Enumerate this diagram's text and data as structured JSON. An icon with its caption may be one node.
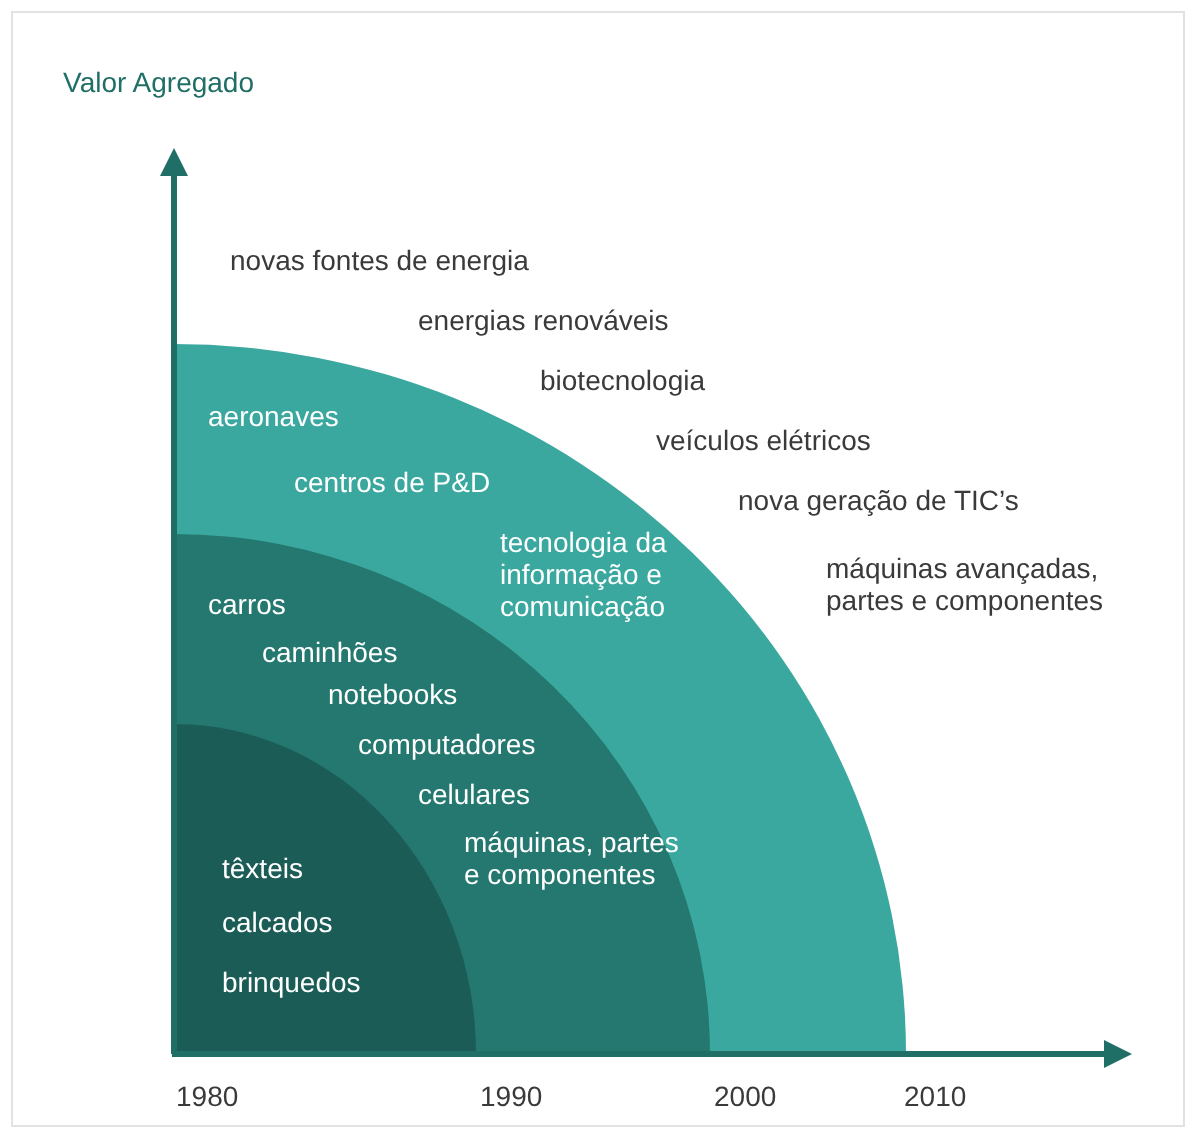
{
  "diagram": {
    "nodes": [
      {
        "text": [
          "aeronaves",
          "centros de P&D",
          "tecnologia da informação e comunicação"
        ]
      },
      {
        "text": [
          "carros",
          "caminhões",
          "notebooks",
          "computadores",
          "celulares",
          "máquinas, partes e componentes"
        ],
        "in": 0
      },
      {
        "text": [
          "têxteis",
          "calcados",
          "brinquedos"
        ],
        "in": 1
      }
    ],
    "edges": [],
    "labels": [
      "Valor Agregado",
      "novas fontes de energia",
      "energias renováveis",
      "biotecnologia",
      "veículos elétricos",
      "nova geração de TIC’s",
      "máquinas avançadas, partes e componentes",
      "1980",
      "1990",
      "2000",
      "2010"
    ]
  }
}
